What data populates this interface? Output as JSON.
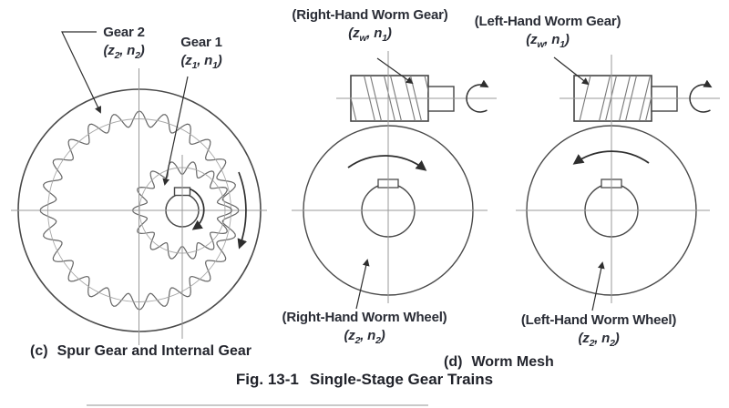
{
  "colors": {
    "ink": "#2a2d36",
    "outline": "#4a4a4a",
    "centerline": "#999999",
    "arrow": "#2e2e2e"
  },
  "panel_c": {
    "caption_prefix": "(c)",
    "caption": "Spur Gear and Internal Gear",
    "gear2_name": "Gear 2",
    "gear2_sym": {
      "p1": "(z",
      "s1": "2",
      "p2": ", n",
      "s2": "2",
      "p3": ")"
    },
    "gear1_name": "Gear 1",
    "gear1_sym": {
      "p1": "(z",
      "s1": "1",
      "p2": ", n",
      "s2": "1",
      "p3": ")"
    }
  },
  "panel_d": {
    "caption_prefix": "(d)",
    "caption": "Worm Mesh",
    "rh_gear_label": "(Right-Hand Worm Gear)",
    "rh_gear_sym": {
      "p1": "(z",
      "s1": "w",
      "p2": ", n",
      "s2": "1",
      "p3": ")"
    },
    "rh_wheel_label": "(Right-Hand Worm Wheel)",
    "rh_wheel_sym": {
      "p1": "(z",
      "s1": "2",
      "p2": ", n",
      "s2": "2",
      "p3": ")"
    },
    "lh_gear_label": "(Left-Hand Worm Gear)",
    "lh_gear_sym": {
      "p1": "(z",
      "s1": "w",
      "p2": ", n",
      "s2": "1",
      "p3": ")"
    },
    "lh_wheel_label": "(Left-Hand Worm Wheel)",
    "lh_wheel_sym": {
      "p1": "(z",
      "s1": "2",
      "p2": ", n",
      "s2": "2",
      "p3": ")"
    }
  },
  "figure_caption": {
    "prefix": "Fig. 13-1",
    "title": "Single-Stage Gear Trains"
  }
}
